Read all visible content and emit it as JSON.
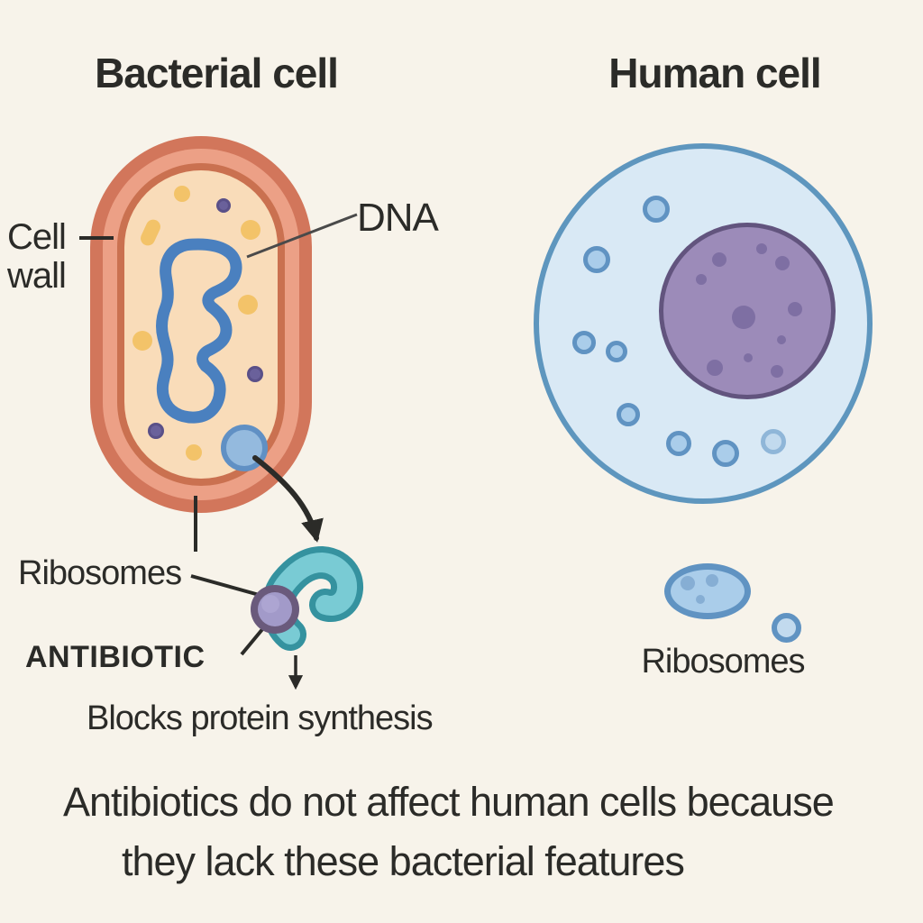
{
  "titles": {
    "bacterial": "Bacterial cell",
    "human": "Human cell"
  },
  "bacterial_panel": {
    "labels": {
      "cell_wall_line1": "Cell",
      "cell_wall_line2": "wall",
      "dna": "DNA",
      "ribosomes": "Ribosomes",
      "antibiotic": "ANTIBIOTIC",
      "effect": "Blocks protein synthesis"
    }
  },
  "human_panel": {
    "labels": {
      "ribosomes": "Ribosomes"
    }
  },
  "caption": {
    "line1": "Antibiotics do not affect human cells because",
    "line2": "they lack these bacterial features"
  },
  "colors": {
    "bg": "#f7f3ea",
    "ink": "#2b2b28",
    "leader_gray": "#4a4a4a",
    "wall_outer": "#d2765b",
    "wall_band": "#eca086",
    "wall_line": "#ca7150",
    "cytoplasm": "#f9dcb9",
    "dna_blue": "#4a80bf",
    "dot_yellow": "#f3c369",
    "dot_purple": "#6a619b",
    "ribo_fill": "#94bade",
    "ribo_ring": "#6090c4",
    "teal_dark": "#35929f",
    "teal_light": "#79cbd4",
    "antibiotic_ring": "#6a5a7c",
    "antibiotic_fill": "#a29ac9",
    "hcell_fill": "#d9e9f5",
    "hcell_ring": "#5e96be",
    "nucleus_fill": "#9c8bb9",
    "nucleus_ring": "#62547e",
    "nucleus_spot": "#7e6fa3",
    "vesicle_fill": "#aacdea",
    "vesicle_ring": "#6093c2",
    "vesicle_light_fill": "#c2daee",
    "vesicle_light_ring": "#8fb6d8",
    "blob_spot": "#86aed4"
  }
}
